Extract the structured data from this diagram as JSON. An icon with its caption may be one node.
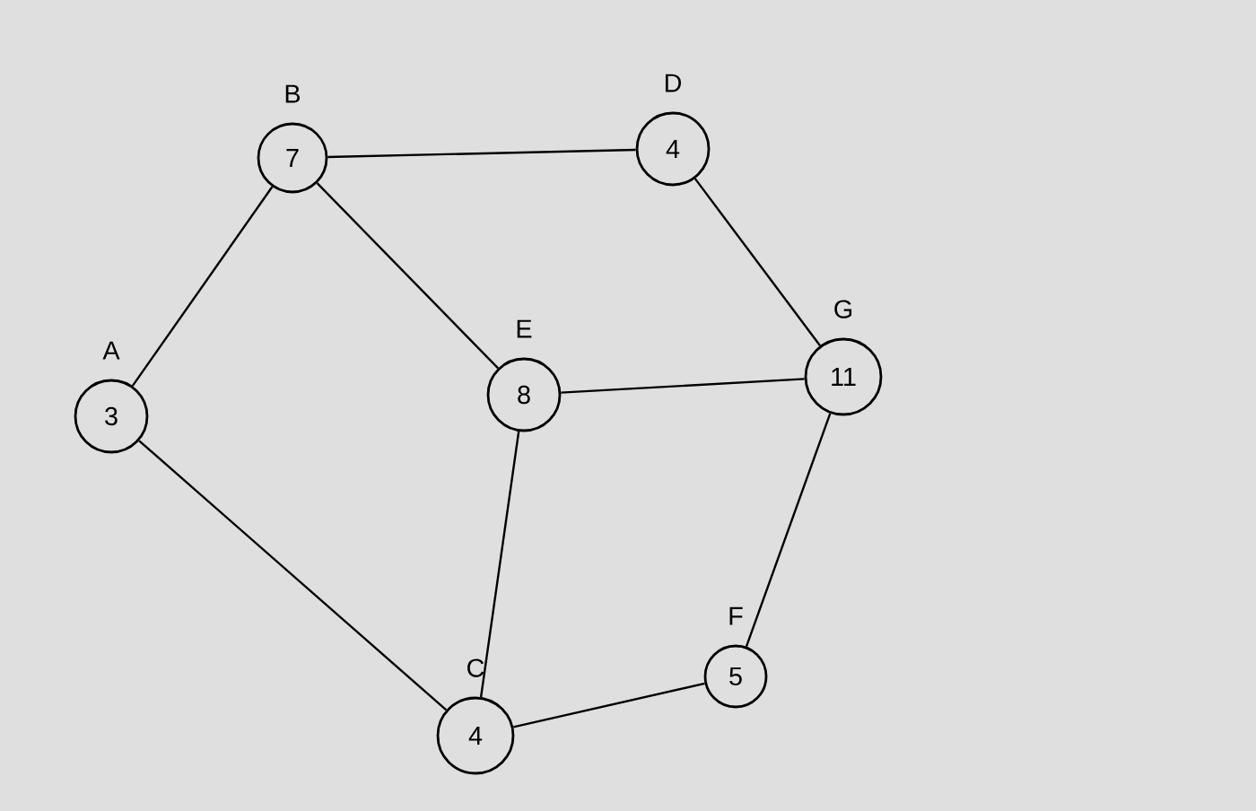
{
  "diagram": {
    "nodes": [
      {
        "text": [
          "7"
        ],
        "beside": [
          "B"
        ]
      },
      {
        "text": [
          "4"
        ],
        "beside": [
          "D"
        ]
      },
      {
        "text": [
          "3"
        ],
        "beside": [
          "A"
        ]
      },
      {
        "text": [
          "8"
        ],
        "beside": [
          "E"
        ]
      },
      {
        "text": [
          "11"
        ],
        "beside": [
          "G"
        ]
      },
      {
        "text": [
          "5"
        ],
        "beside": [
          "F"
        ]
      },
      {
        "text": [
          "4"
        ],
        "beside": [
          "C"
        ]
      }
    ],
    "edges": [
      {
        "from": 0,
        "to": 1,
        "arrow": "none"
      },
      {
        "from": 0,
        "to": 2,
        "arrow": "none"
      },
      {
        "from": 0,
        "to": 3,
        "arrow": "none"
      },
      {
        "from": 1,
        "to": 4,
        "arrow": "none"
      },
      {
        "from": 3,
        "to": 4,
        "arrow": "none"
      },
      {
        "from": 2,
        "to": 6,
        "arrow": "none"
      },
      {
        "from": 3,
        "to": 6,
        "arrow": "none"
      },
      {
        "from": 6,
        "to": 5,
        "arrow": "none"
      },
      {
        "from": 4,
        "to": 5,
        "arrow": "none"
      }
    ]
  }
}
